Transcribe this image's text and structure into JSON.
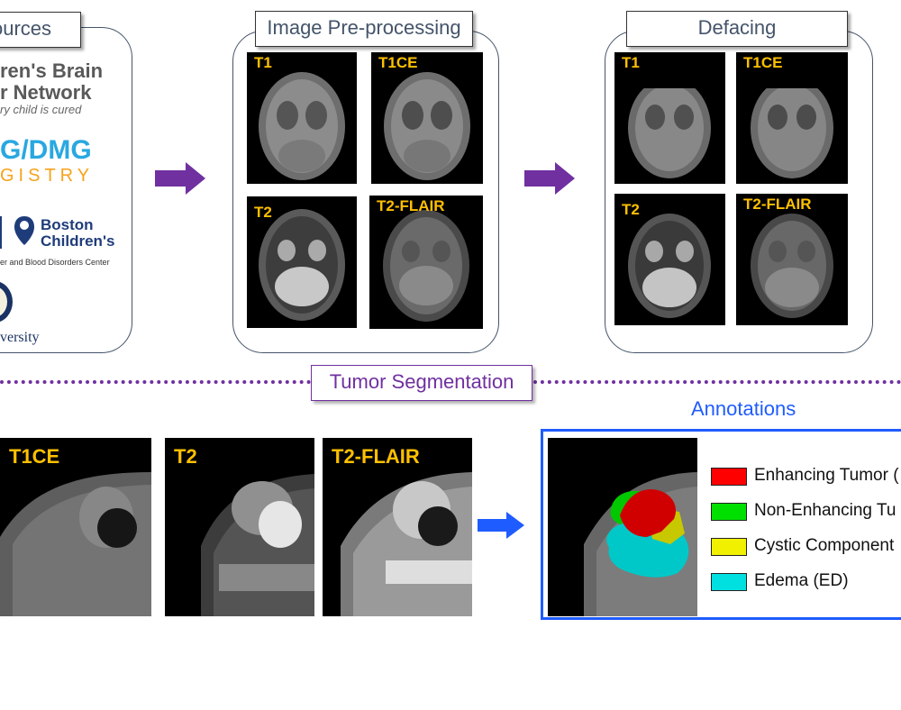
{
  "sections": {
    "sources": {
      "title": "ources"
    },
    "preprocessing": {
      "title": "Image Pre-processing"
    },
    "defacing": {
      "title": "Defacing"
    },
    "segmentation": {
      "title": "Tumor Segmentation"
    },
    "annotations": {
      "title": "Annotations"
    }
  },
  "logos": {
    "cbtn_line1": "ren's Brain",
    "cbtn_line2": "r Network",
    "cbtn_tagline": "ry child is cured",
    "registry_line1": "G/DMG",
    "registry_line2": "GISTRY",
    "boston_line1": "Boston",
    "boston_line2": "Children's",
    "boston_sub": "er and Blood Disorders Center",
    "university": "versity"
  },
  "sequences": {
    "t1": "T1",
    "t1ce": "T1CE",
    "t2": "T2",
    "t2flair": "T2-FLAIR"
  },
  "legend": [
    {
      "label": "Enhancing Tumor (",
      "color": "#ff0000"
    },
    {
      "label": "Non-Enhancing Tu",
      "color": "#00e000"
    },
    {
      "label": "Cystic Component",
      "color": "#f0f000"
    },
    {
      "label": "Edema (ED)",
      "color": "#00e0e0"
    }
  ],
  "colors": {
    "arrow_purple": "#7030a0",
    "arrow_blue": "#1f5cff",
    "annotation_border": "#1f5cff",
    "annotation_title": "#1f5cff",
    "sequence_label": "#ffc000",
    "divider": "#7030a0"
  }
}
